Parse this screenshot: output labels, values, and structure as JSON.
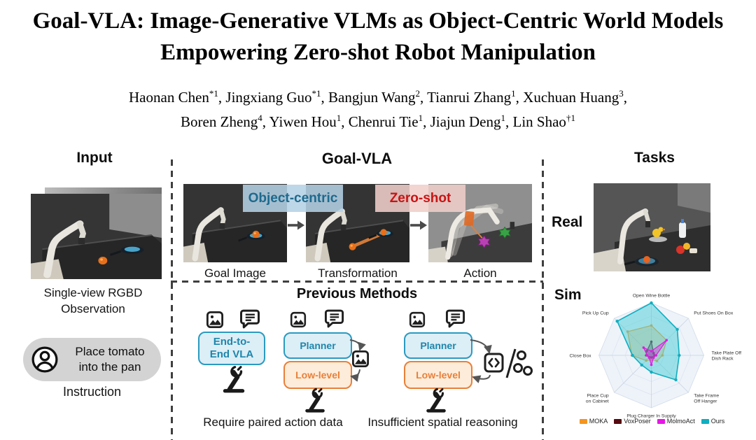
{
  "title": {
    "line1": "Goal-VLA: Image-Generative VLMs as Object-Centric World Models",
    "line2": "Empowering Zero-shot Robot Manipulation"
  },
  "authors": {
    "line1": [
      [
        "Haonan Chen",
        "*1"
      ],
      [
        "Jingxiang Guo",
        "*1"
      ],
      [
        "Bangjun Wang",
        "2"
      ],
      [
        "Tianrui Zhang",
        "1"
      ],
      [
        "Xuchuan Huang",
        "3"
      ]
    ],
    "line1_trailing": ",",
    "line2": [
      [
        "Boren Zheng",
        "4"
      ],
      [
        "Yiwen Hou",
        "1"
      ],
      [
        "Chenrui Tie",
        "1"
      ],
      [
        "Jiajun Deng",
        "1"
      ],
      [
        "Lin Shao",
        "†1"
      ]
    ]
  },
  "sections": {
    "input": {
      "header": "Input",
      "observation_caption_line1": "Single-view RGBD",
      "observation_caption_line2": "Observation",
      "instruction": {
        "line1": "Place tomato",
        "line2": "into the pan",
        "caption": "Instruction"
      }
    },
    "goal_vla": {
      "header": "Goal-VLA",
      "object_centric_label": "Object-centric",
      "zero_shot_label": "Zero-shot",
      "pipeline": [
        "Goal Image",
        "Transformation",
        "Action"
      ],
      "previous": {
        "header": "Previous Methods",
        "end_to_end_box": "End-to-End VLA",
        "planner_box": "Planner",
        "low_level_box": "Low-level",
        "caption_left": "Require paired action data",
        "caption_right": "Insufficient spatial reasoning"
      }
    },
    "tasks": {
      "header": "Tasks",
      "real_label": "Real",
      "sim_label": "Sim"
    }
  },
  "icons": {
    "instruction_avatar": "person-icon",
    "pipeline_arrow": "right-arrow-icon",
    "method_inputs": [
      "image-icon",
      "chat-text-icon"
    ],
    "method_intermediate": [
      "image-icon",
      "code-icon",
      "points-icon"
    ],
    "method_output": "robot-arm-icon"
  },
  "colors": {
    "object_centric_bg": "#B5D1E5",
    "object_centric_text": "#1D6A8E",
    "zero_shot_bg": "#F0CECA",
    "zero_shot_text": "#C81414",
    "planner_box_border": "#2B9AC0",
    "planner_box_fill": "#DCEEF6",
    "planner_box_text": "#1E86AC",
    "low_level_border": "#E8803A",
    "low_level_fill": "#FDECD9",
    "instruction_bubble": "#D3D3D3",
    "dashed_line": "#3F3F3F"
  },
  "chart_data": {
    "type": "radar",
    "categories": [
      [
        "Open Wine Bottle"
      ],
      [
        "Put Shoes On Box"
      ],
      [
        "Take Plate Off",
        "Dish Rack"
      ],
      [
        "Take Frame",
        "Off Hanger"
      ],
      [
        "Plug Charger In Supply"
      ],
      [
        "Place Cup",
        "on Cabinet"
      ],
      [
        "Close Box"
      ],
      [
        "Pick Up Cup"
      ]
    ],
    "value_range": [
      0,
      1
    ],
    "rings": 4,
    "grid": true,
    "legend_position": "bottom",
    "series": [
      {
        "name": "MOKA",
        "color": "#F5941F",
        "fill": "rgba(245,148,31,0.30)",
        "values": [
          0.57,
          0.41,
          0.21,
          0.15,
          0.08,
          0.14,
          0.37,
          0.64
        ]
      },
      {
        "name": "VoxPoser",
        "color": "#56090F",
        "fill": "rgba(70,70,70,0.45)",
        "values": [
          0.26,
          0.06,
          0.06,
          0.05,
          0.04,
          0.05,
          0.1,
          0.12
        ]
      },
      {
        "name": "MolmoAct",
        "color": "#E617E6",
        "fill": "rgba(230,23,230,0.35)",
        "values": [
          0.08,
          0.41,
          0.09,
          0.06,
          0.18,
          0.06,
          0.08,
          0.21
        ]
      },
      {
        "name": "Ours",
        "color": "#0FAEC0",
        "fill": "rgba(72,205,214,0.50)",
        "values": [
          1.0,
          0.7,
          0.53,
          0.66,
          0.32,
          0.26,
          0.36,
          0.92
        ]
      }
    ]
  }
}
